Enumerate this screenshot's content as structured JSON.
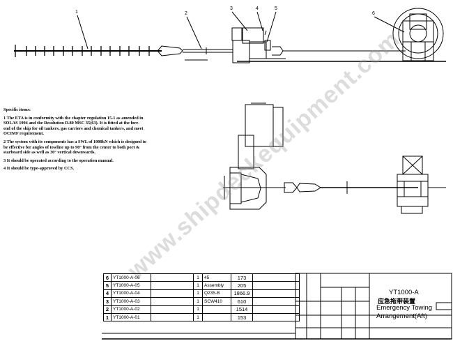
{
  "notes": {
    "heading": "Specific items:",
    "items": [
      "1  The ETA is in conformity with the chapter regulation 15-1 as amended in SOLAS 1994 and the Resolution D.80 MSC 35(63). It is fitted at the fore-end of the ship for oil tankers, gas carriers and chemical tankers, and meet OCIMF requirement.",
      "2  The system with its components has a SWL of 1000kN which is designed to be effective for angles of towline up to 90° from the center to both port & starboard side as well as 30° vertical downwards.",
      "3  It should be operated according to the operation manual.",
      "4  It should be type-approved by CCS."
    ]
  },
  "watermark": "www.shipdeckequipment.com",
  "parts_table": {
    "rows": [
      {
        "no": "6",
        "code": "YT1000-A-06",
        "qty": "1",
        "material": "45",
        "weight": "173"
      },
      {
        "no": "5",
        "code": "YT1000-A-05",
        "qty": "1",
        "material": "Assembly",
        "weight": "205"
      },
      {
        "no": "4",
        "code": "YT1000-A-04",
        "qty": "1",
        "material": "Q235-B",
        "weight": "1866.9"
      },
      {
        "no": "3",
        "code": "YT1000-A-03",
        "qty": "1",
        "material": "SCW410",
        "weight": "610"
      },
      {
        "no": "2",
        "code": "YT1000-A-02",
        "qty": "1",
        "material": "",
        "weight": "1514"
      },
      {
        "no": "1",
        "code": "YT1000-A-01",
        "qty": "1",
        "material": "",
        "weight": "153"
      }
    ]
  },
  "title_block": {
    "drawing_no": "YT1000-A",
    "title_cn": "应急拖带装置",
    "title_en_line1": "Emergency Towing",
    "title_en_line2": "Arrangement(Aft)"
  },
  "callouts": [
    "1",
    "2",
    "3",
    "4",
    "5",
    "6"
  ]
}
